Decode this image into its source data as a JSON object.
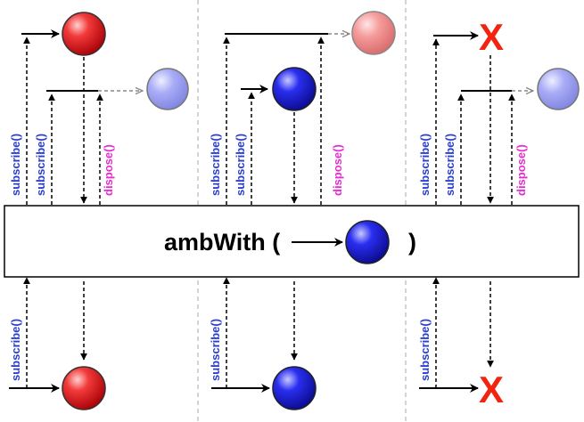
{
  "labels": {
    "subscribe": "subscribe()",
    "dispose": "dispose()"
  },
  "operator": {
    "name": "ambWith (",
    "close": ")"
  },
  "error_mark": "X",
  "colors": {
    "red": "#e8141a",
    "red_light": "#f47c7c",
    "blue": "#1f22e6",
    "blue_light": "#8f93ee",
    "subscribe_text": "#2a3fcf",
    "dispose_text": "#e62bd0",
    "error": "#f2230f",
    "divider": "#b8b8b8"
  }
}
